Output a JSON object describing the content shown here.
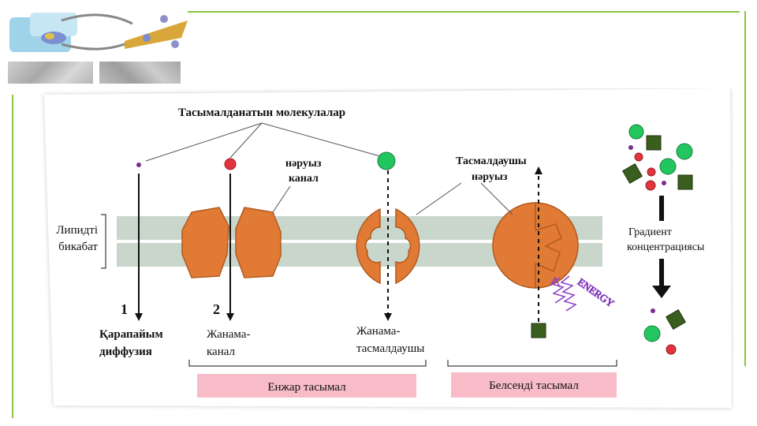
{
  "colors": {
    "accent_green_line": "#8cc63f",
    "membrane": "#c9d6cc",
    "protein": "#e07a35",
    "protein_stroke": "#b25a1f",
    "pink_label": "#f7bcc8",
    "small_purple": "#7b2d8e",
    "red_molecule": "#e2343f",
    "green_molecule": "#22c55e",
    "dark_square": "#3a5e1e",
    "energy_purple": "#8b3fc9"
  },
  "diagram": {
    "title_molecules": "Тасымалданатын молекулалар",
    "channel_protein": [
      "нəруыз",
      "канал"
    ],
    "carrier_protein": [
      "Тасмалдаушы",
      "нəруыз"
    ],
    "lipid_bilayer": [
      "Липидті",
      "бикабат"
    ],
    "gradient": [
      "Градиент",
      "концентрациясы"
    ],
    "energy": "ENERGY",
    "number_1": "1",
    "number_2": "2",
    "simple_diffusion": [
      "Қарапайым",
      "диффузия"
    ],
    "channel_transport": [
      "Жанама-",
      "канал"
    ],
    "carrier_transport": [
      "Жанама-",
      "тасмалдаушы"
    ],
    "passive_transport": "Енжар тасымал",
    "active_transport": "Белсенді тасымал"
  }
}
